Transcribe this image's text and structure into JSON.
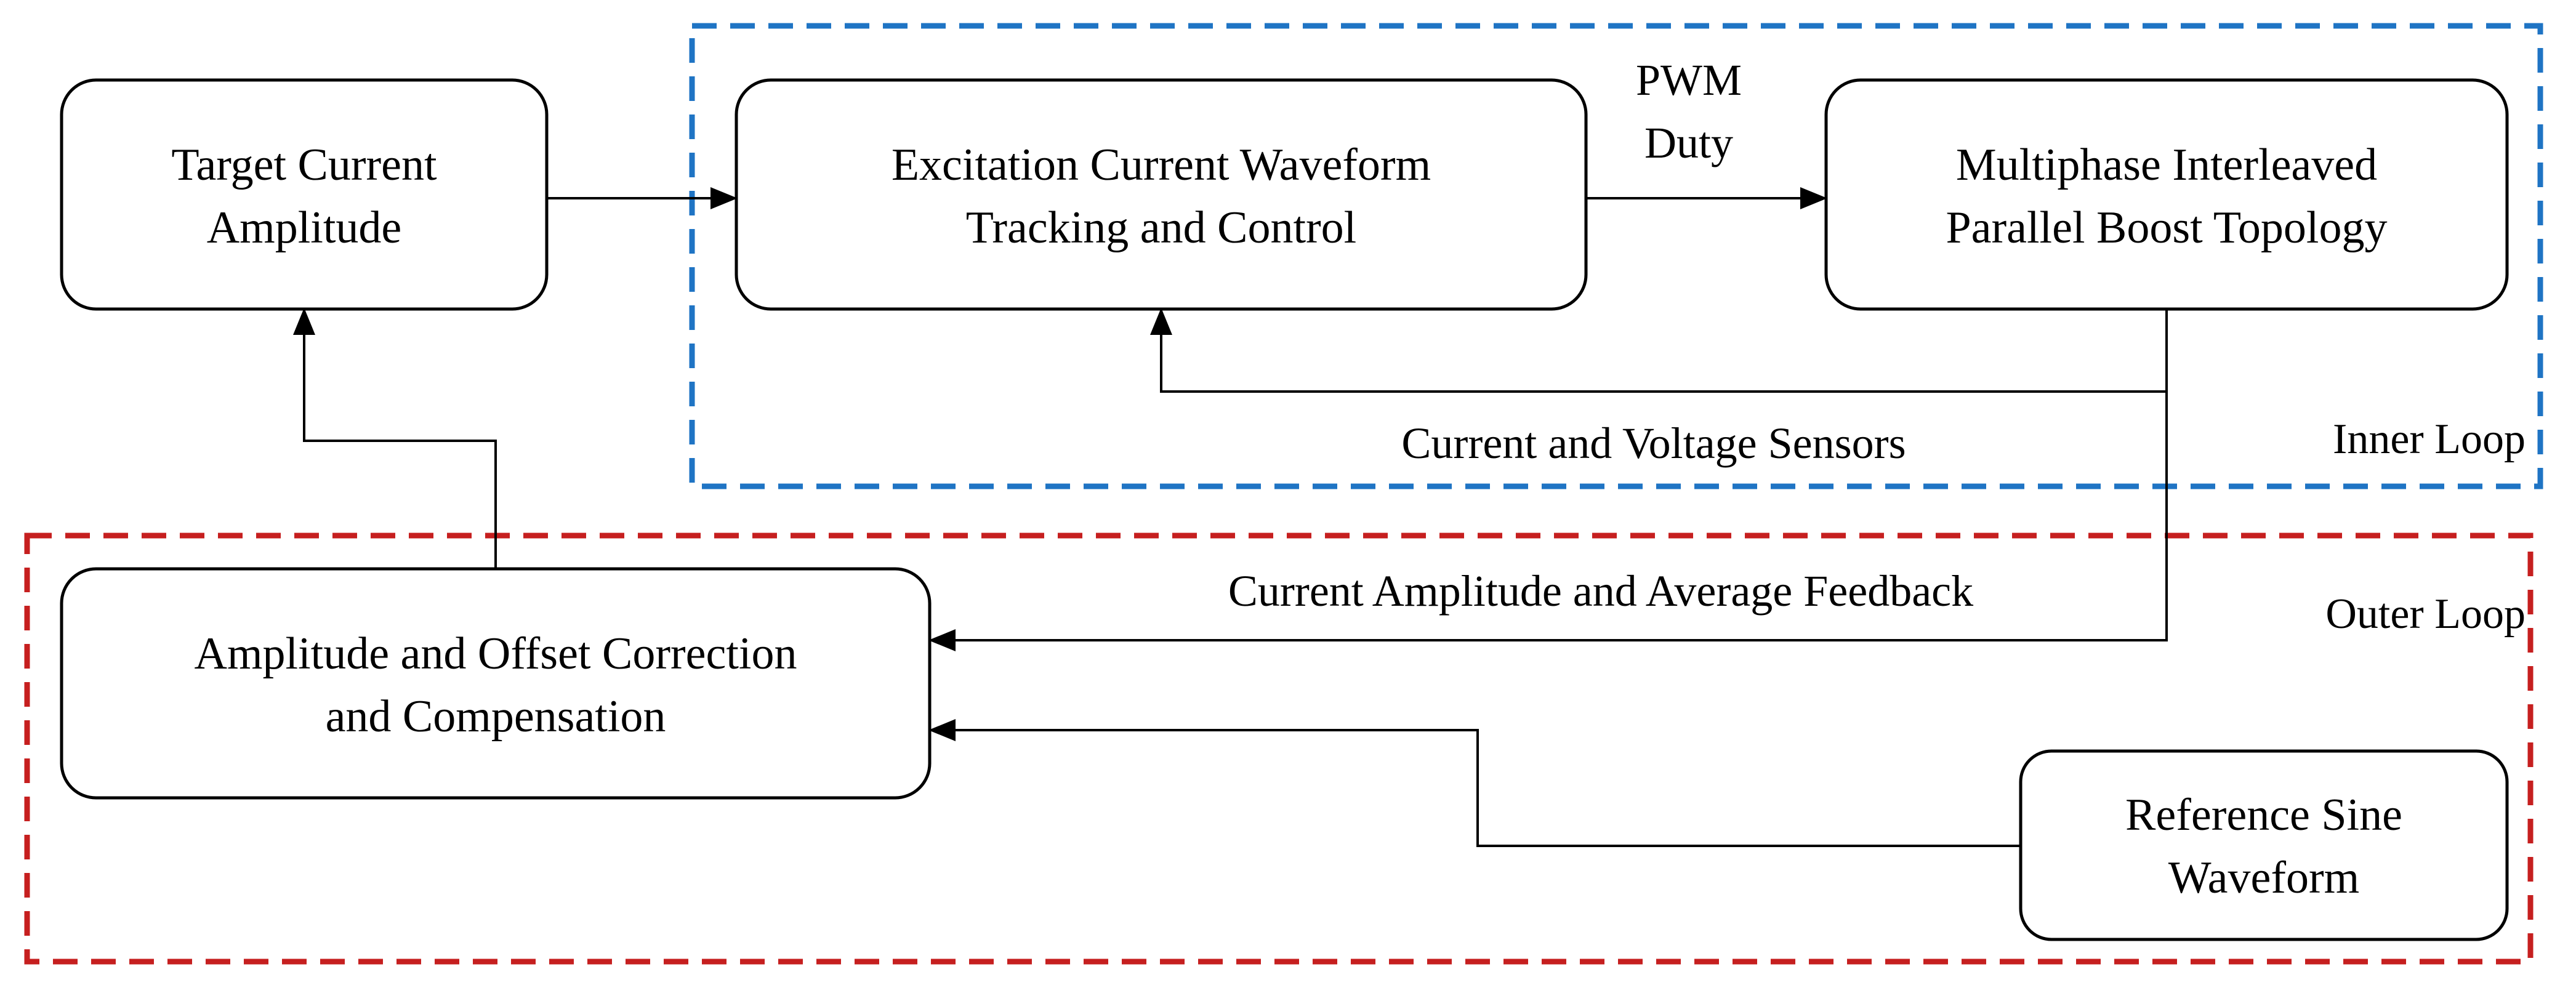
{
  "blocks": {
    "target_current_amplitude": {
      "line1": "Target Current",
      "line2": "Amplitude"
    },
    "excitation_control": {
      "line1": "Excitation Current Waveform",
      "line2": "Tracking and Control"
    },
    "boost_topology": {
      "line1": "Multiphase Interleaved",
      "line2": "Parallel Boost Topology"
    },
    "amplitude_offset_correction": {
      "line1": "Amplitude and Offset Correction",
      "line2": "and Compensation"
    },
    "reference_sine": {
      "line1": "Reference Sine",
      "line2": "Waveform"
    }
  },
  "labels": {
    "pwm_line1": "PWM",
    "pwm_line2": "Duty",
    "sensors": "Current and Voltage Sensors",
    "feedback": "Current Amplitude and Average Feedback"
  },
  "loops": {
    "inner": {
      "label": "Inner Loop",
      "color": "#1F74C4"
    },
    "outer": {
      "label": "Outer Loop",
      "color": "#C61F1F"
    }
  }
}
